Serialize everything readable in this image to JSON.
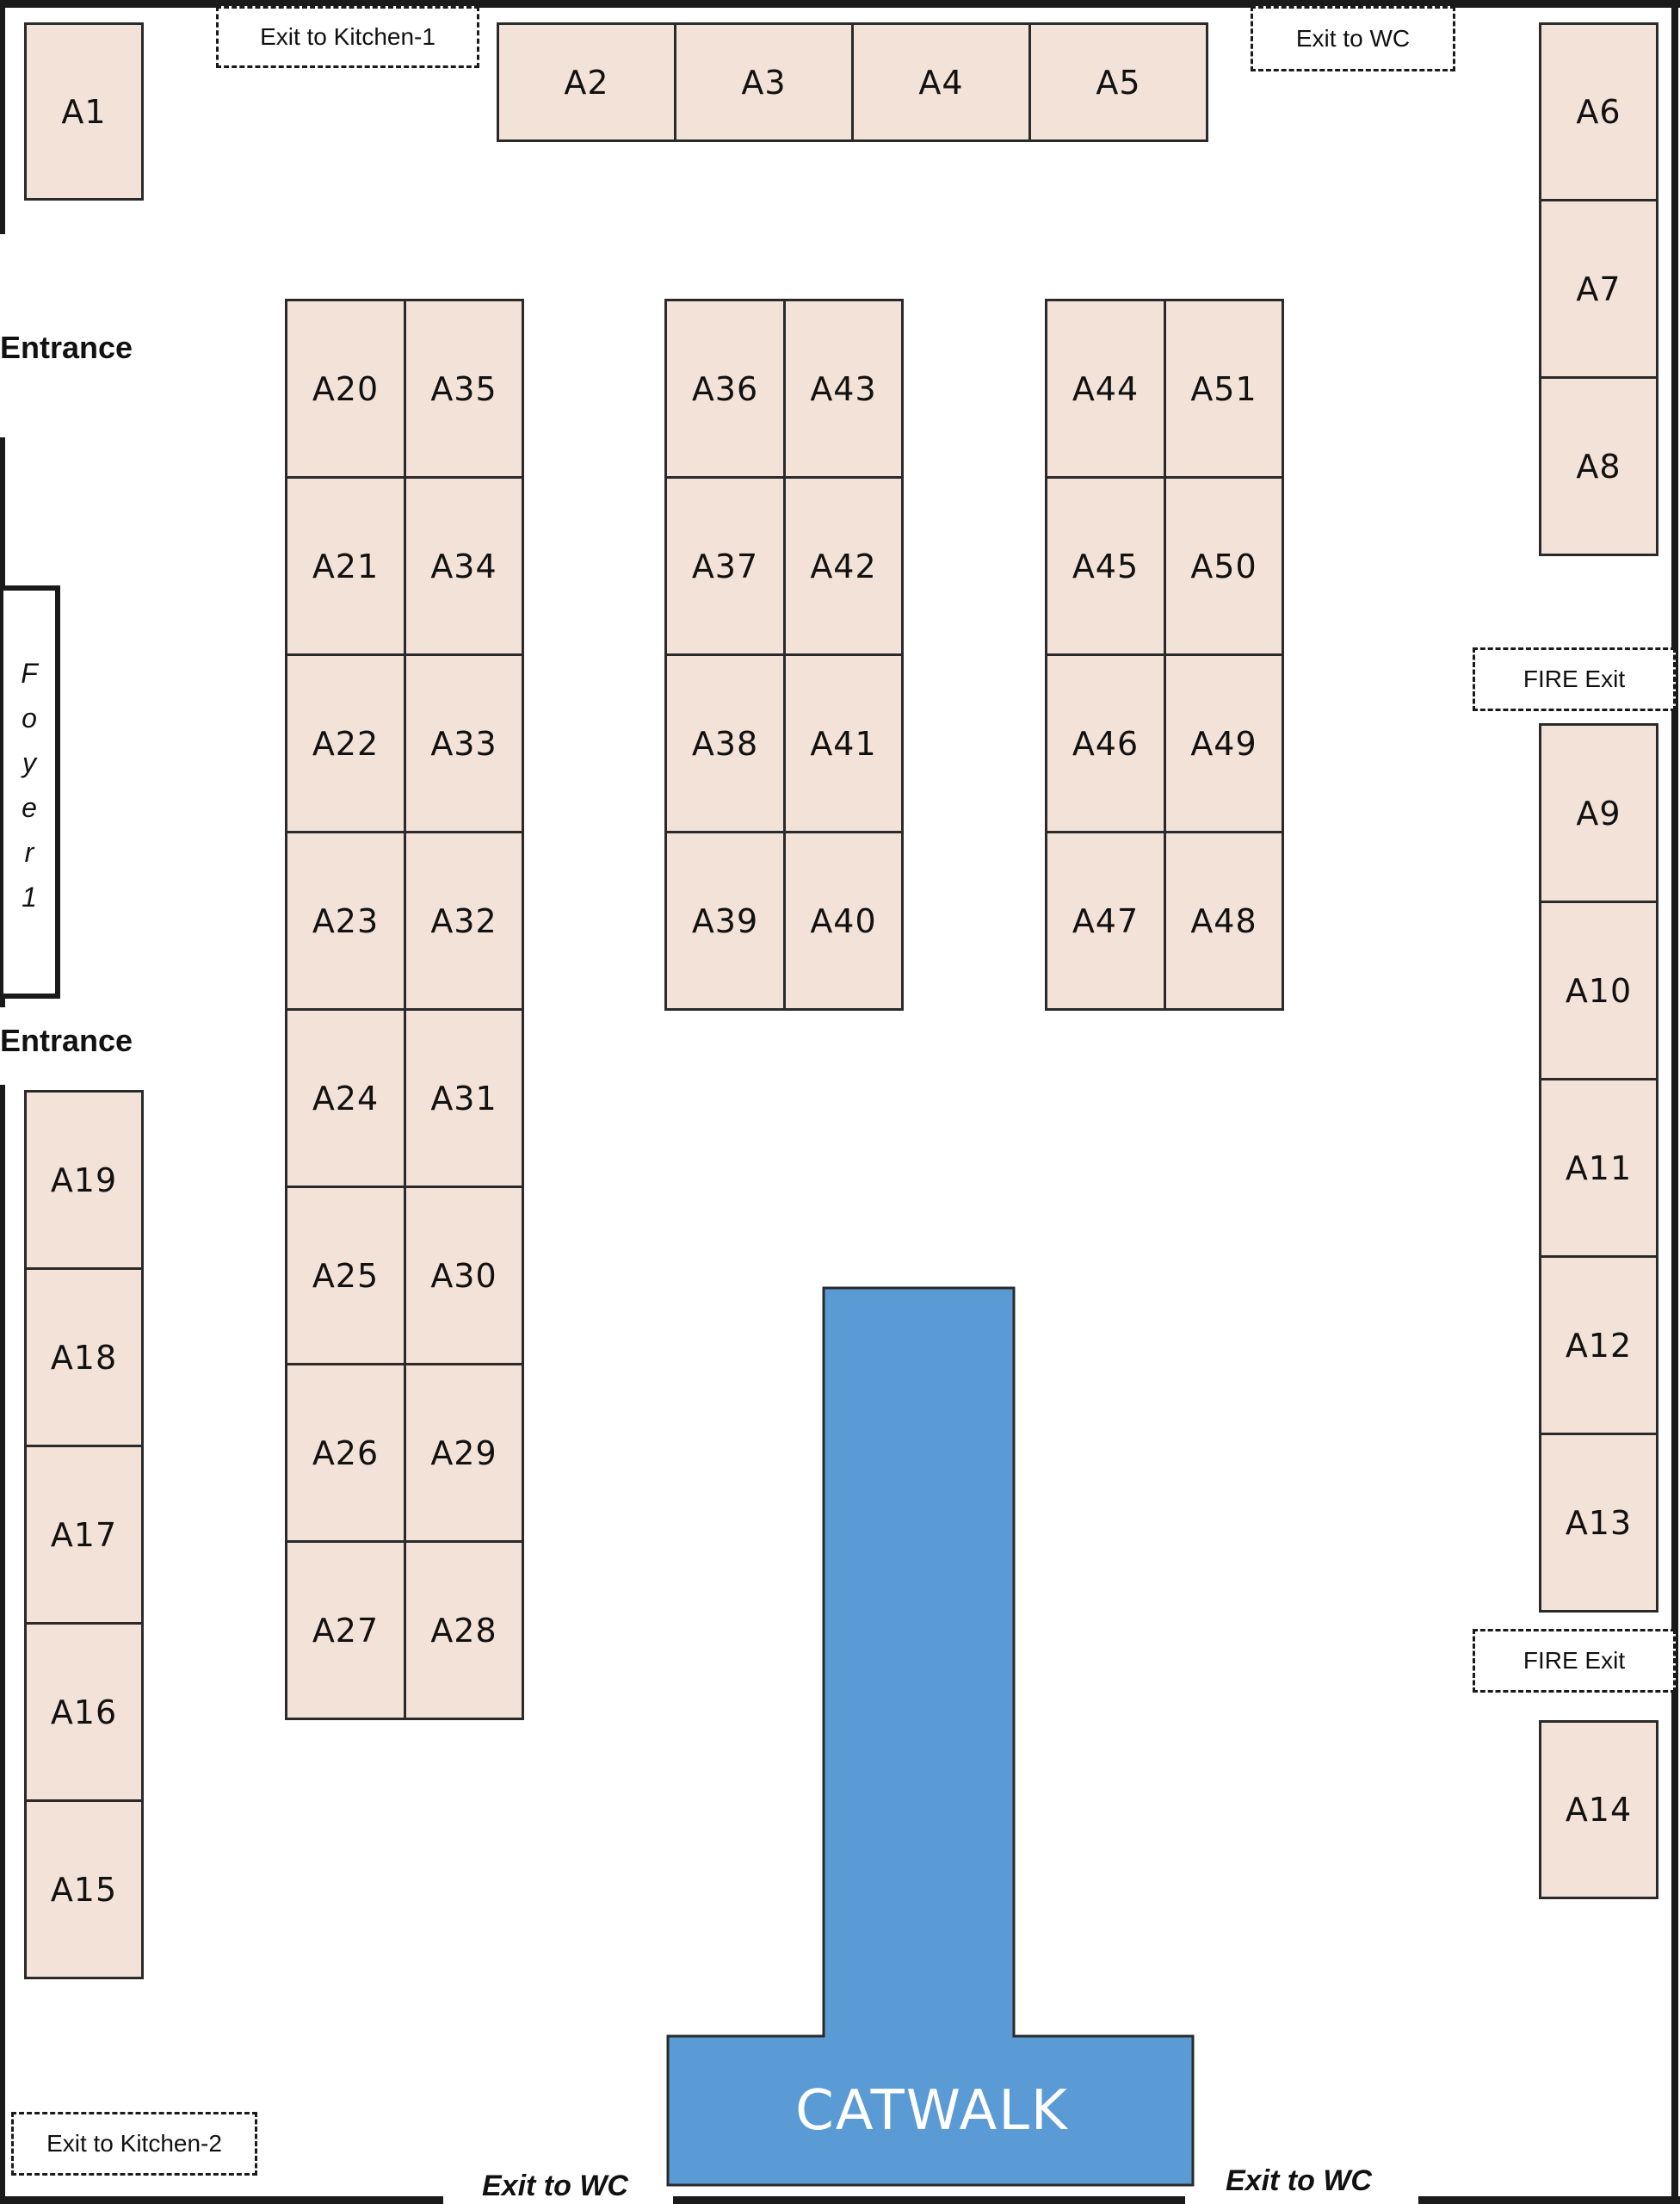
{
  "floorplan": {
    "catwalk_label": "CATWALK",
    "foyer_label": "F\no\ny\ne\nr\n1",
    "entrances": [
      "Entrance",
      "Entrance"
    ],
    "exits": {
      "kitchen_1": "Exit to Kitchen-1",
      "wc_top": "Exit to WC",
      "fire_1": "FIRE Exit",
      "fire_2": "FIRE  Exit",
      "kitchen_2": "Exit to Kitchen-2",
      "wc_bottom_left": "Exit to WC",
      "wc_bottom_right": "Exit to WC"
    },
    "booths": [
      "A1",
      "A2",
      "A3",
      "A4",
      "A5",
      "A6",
      "A7",
      "A8",
      "A9",
      "A10",
      "A11",
      "A12",
      "A13",
      "A14",
      "A15",
      "A16",
      "A17",
      "A18",
      "A19",
      "A20",
      "A21",
      "A22",
      "A23",
      "A24",
      "A25",
      "A26",
      "A27",
      "A28",
      "A29",
      "A30",
      "A31",
      "A32",
      "A33",
      "A34",
      "A35",
      "A36",
      "A37",
      "A38",
      "A39",
      "A40",
      "A41",
      "A42",
      "A43",
      "A44",
      "A45",
      "A46",
      "A47",
      "A48",
      "A49",
      "A50",
      "A51"
    ]
  },
  "colors": {
    "booth_fill": "#f3e2d8",
    "catwalk": "#5b9bd5",
    "wall": "#1a1a1a"
  }
}
